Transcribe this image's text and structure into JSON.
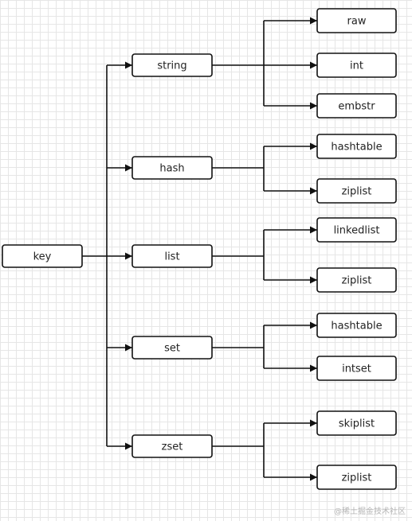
{
  "diagram": {
    "root": "key",
    "types": [
      {
        "label": "string",
        "encodings": [
          "raw",
          "int",
          "embstr"
        ]
      },
      {
        "label": "hash",
        "encodings": [
          "hashtable",
          "ziplist"
        ]
      },
      {
        "label": "list",
        "encodings": [
          "linkedlist",
          "ziplist"
        ]
      },
      {
        "label": "set",
        "encodings": [
          "hashtable",
          "intset"
        ]
      },
      {
        "label": "zset",
        "encodings": [
          "skiplist",
          "ziplist"
        ]
      }
    ]
  },
  "watermark": "@稀土掘金技术社区",
  "colors": {
    "line": "#111111",
    "box_fill": "#ffffff",
    "grid": "#e6e6e6",
    "text": "#222222"
  }
}
